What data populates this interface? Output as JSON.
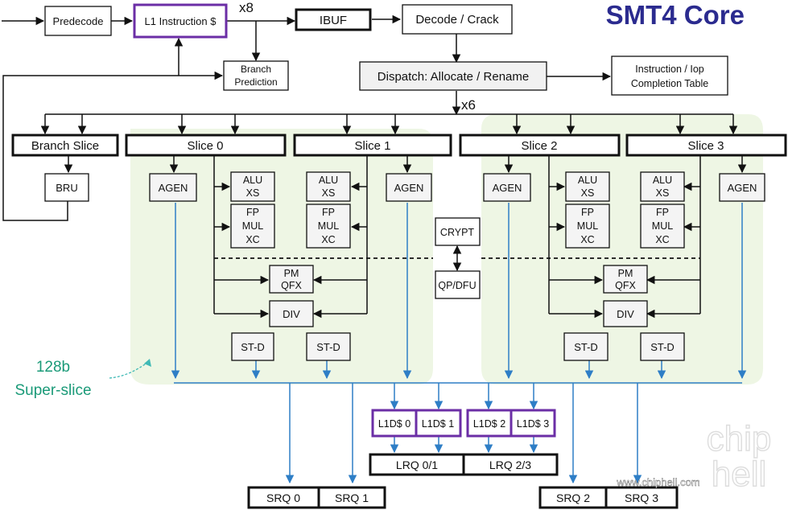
{
  "title": "SMT4 Core",
  "multipliers": {
    "fetch": "x8",
    "dispatch": "x6"
  },
  "frontend": {
    "predecode": "Predecode",
    "l1_instruction_cache": "L1 Instruction $",
    "ibuf": "IBUF",
    "decode_crack": "Decode / Crack",
    "branch_prediction": [
      "Branch",
      "Prediction"
    ],
    "dispatch": "Dispatch: Allocate / Rename",
    "completion_table": [
      "Instruction / Iop",
      "Completion Table"
    ]
  },
  "slices": {
    "branch_slice": "Branch Slice",
    "slice0": "Slice 0",
    "slice1": "Slice 1",
    "slice2": "Slice 2",
    "slice3": "Slice 3"
  },
  "units": {
    "bru": "BRU",
    "agen": "AGEN",
    "alu": [
      "ALU",
      "XS"
    ],
    "fp": [
      "FP",
      "MUL",
      "XC"
    ],
    "pm": [
      "PM",
      "QFX"
    ],
    "div": "DIV",
    "st_d": "ST-D",
    "crypt": "CRYPT",
    "qp_dfu": "QP/DFU"
  },
  "memory": {
    "l1d": [
      "L1D$ 0",
      "L1D$ 1",
      "L1D$ 2",
      "L1D$ 3"
    ],
    "lrq": [
      "LRQ 0/1",
      "LRQ 2/3"
    ],
    "srq": [
      "SRQ 0",
      "SRQ 1",
      "SRQ 2",
      "SRQ 3"
    ]
  },
  "superslice_label": [
    "128b",
    "Super-slice"
  ],
  "watermark": "www.chiphell.com",
  "colors": {
    "title": "#2b2b8f",
    "superslice_bg": "#eef6e4",
    "superslice_label": "#1a9a78",
    "wire_blue": "#2e7ec6",
    "l1d_border": "#6b2ea6"
  }
}
